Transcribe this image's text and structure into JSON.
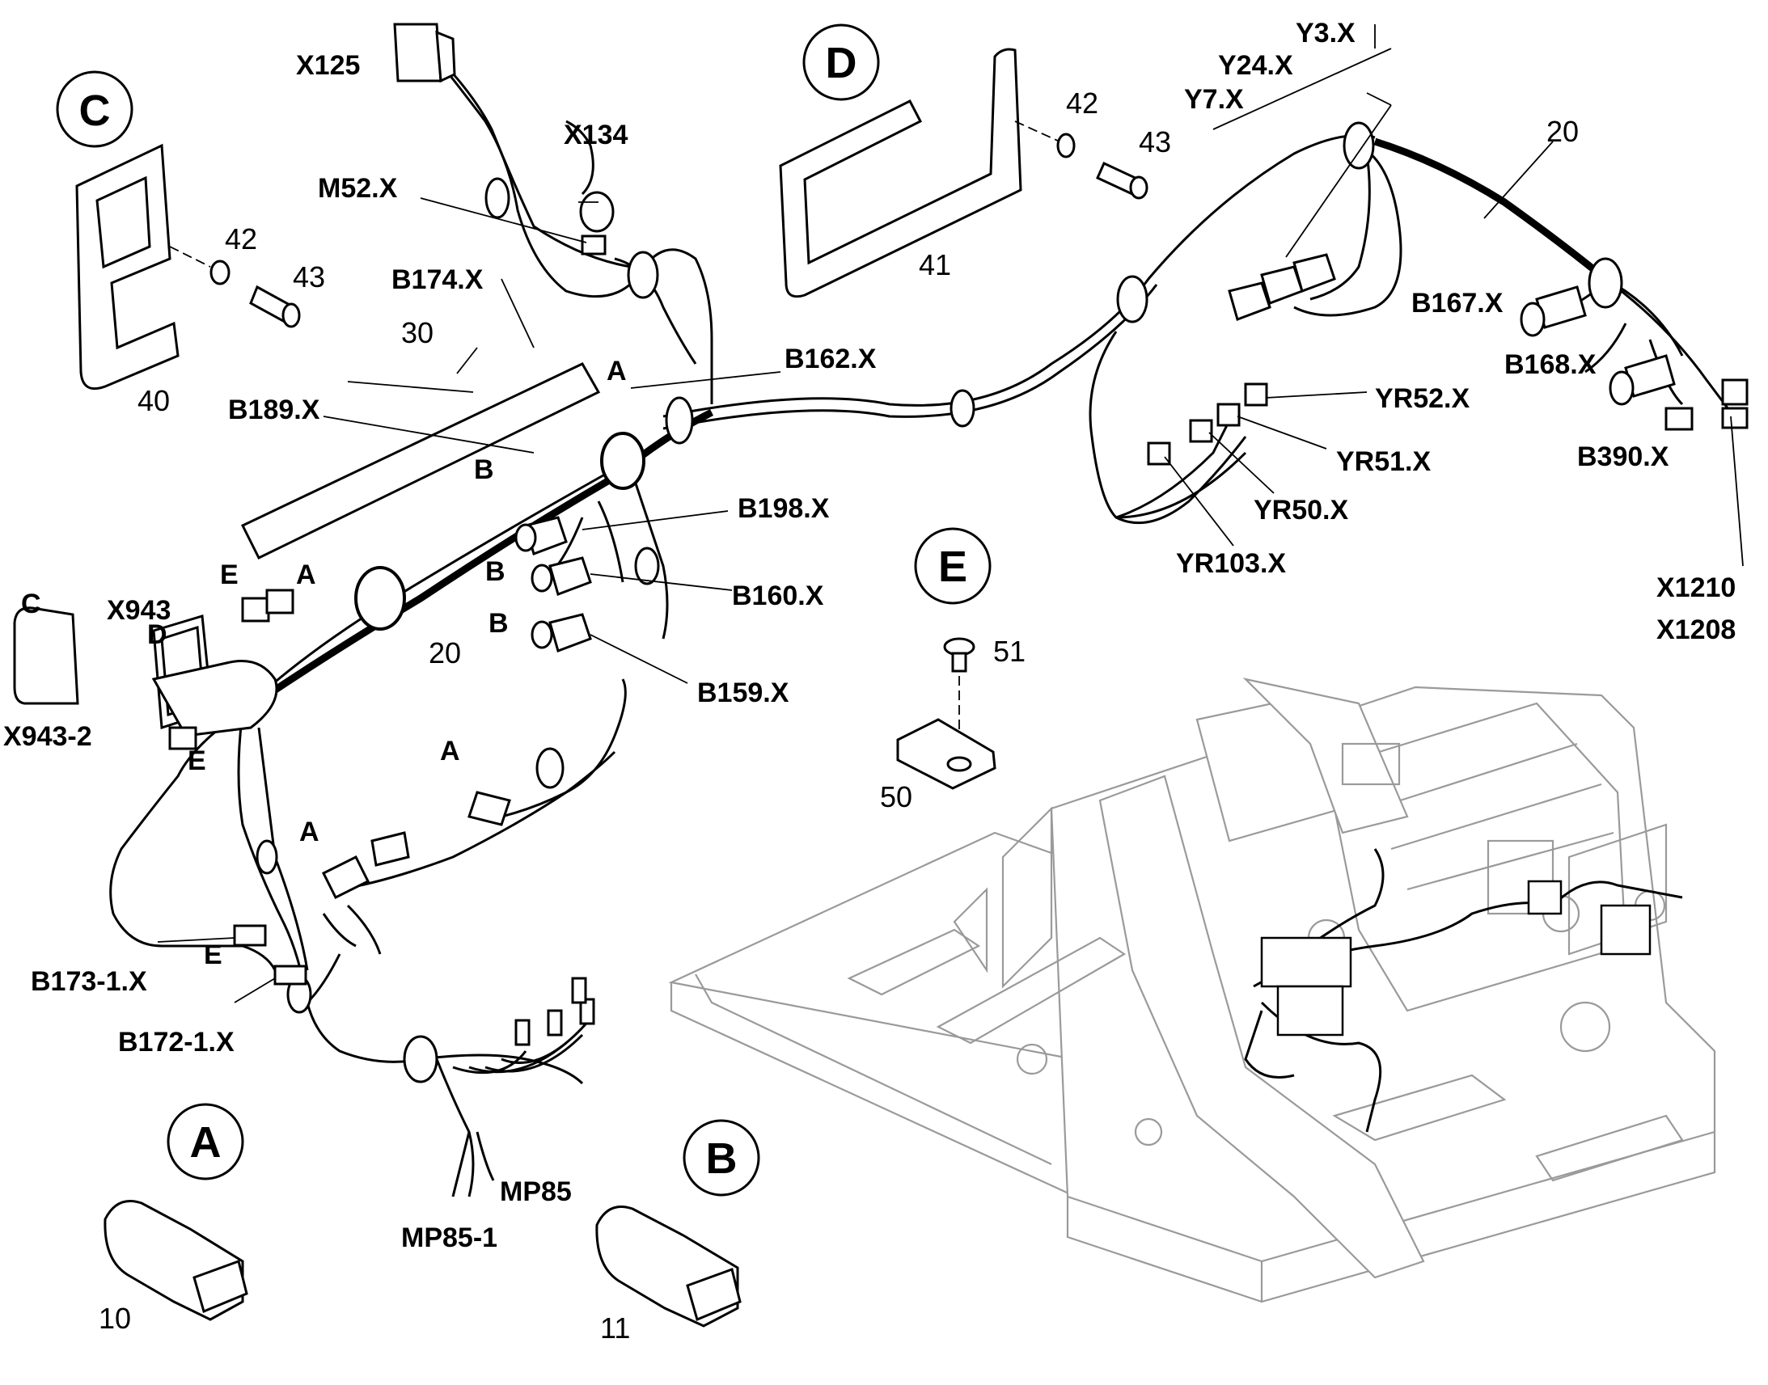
{
  "detail_circles": {
    "c": "C",
    "d": "D",
    "e": "E",
    "a": "A",
    "b": "B"
  },
  "part_numbers": {
    "n40": "40",
    "n41": "41",
    "n42_left": "42",
    "n43_left": "43",
    "n42_right": "42",
    "n43_right": "43",
    "n30": "30",
    "n20_main": "20",
    "n20_right": "20",
    "n51": "51",
    "n50": "50",
    "n10": "10",
    "n11": "11"
  },
  "connectors": {
    "x125": "X125",
    "x134": "X134",
    "m52": "M52.X",
    "b174": "B174.X",
    "b162": "B162.X",
    "b189": "B189.X",
    "b198": "B198.X",
    "b160": "B160.X",
    "b159": "B159.X",
    "x943": "X943",
    "x943_2": "X943-2",
    "b173": "B173-1.X",
    "b172": "B172-1.X",
    "mp85": "MP85",
    "mp85_1": "MP85-1",
    "y3": "Y3.X",
    "y24": "Y24.X",
    "y7": "Y7.X",
    "b167": "B167.X",
    "b168": "B168.X",
    "yr52": "YR52.X",
    "yr51": "YR51.X",
    "b390": "B390.X",
    "yr50": "YR50.X",
    "yr103": "YR103.X",
    "x1210": "X1210",
    "x1208": "X1208"
  },
  "ref_letters": {
    "a_panel": "A",
    "b_panel": "B",
    "e_left": "E",
    "a_left": "A",
    "c_conn": "C",
    "d_conn": "D",
    "b_198": "B",
    "b_159": "B",
    "e_bottom": "E",
    "a_mid": "A",
    "a_low": "A",
    "e_b173": "E"
  }
}
